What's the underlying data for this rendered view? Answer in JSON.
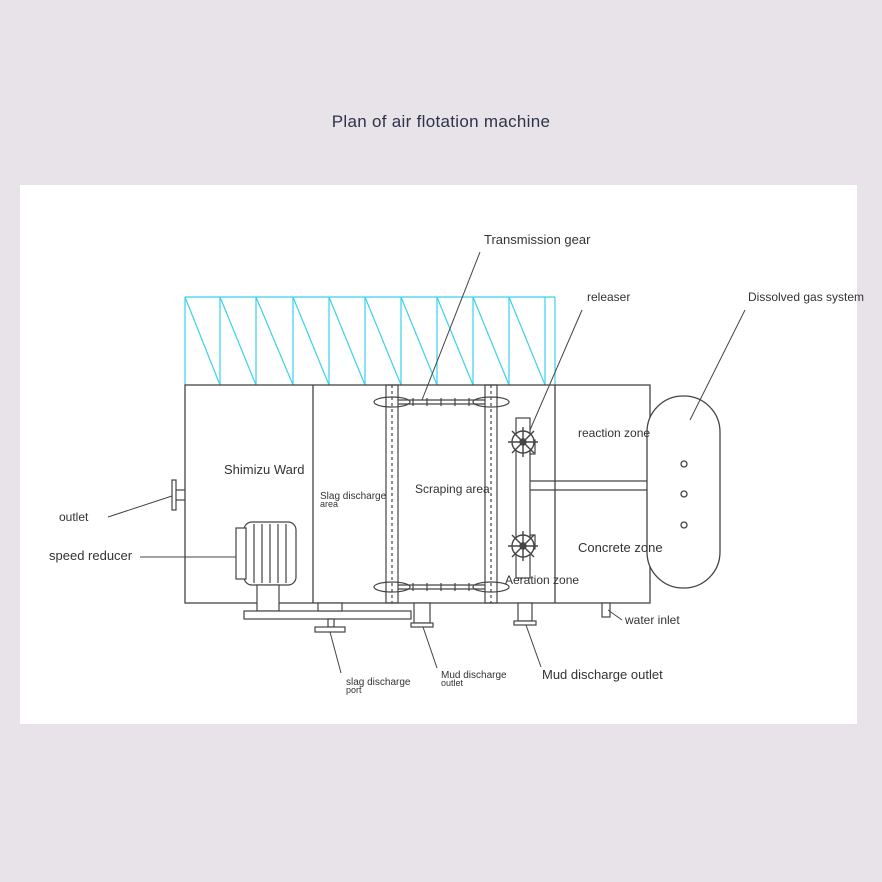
{
  "title": "Plan of air flotation machine",
  "colors": {
    "background": "#e7e3e8",
    "panel": "#ffffff",
    "line": "#444444",
    "water_lines": "#3ad2e8"
  },
  "labels": {
    "transmission_gear": "Transmission gear",
    "releaser": "releaser",
    "dissolved_gas_system": "Dissolved gas system",
    "reaction_zone": "reaction zone",
    "shimizu_ward": "Shimizu Ward",
    "slag_discharge_area_1": "Slag discharge",
    "slag_discharge_area_2": "area",
    "scraping_area": "Scraping area",
    "outlet": "outlet",
    "speed_reducer": "speed reducer",
    "concrete_zone": "Concrete zone",
    "aeration_zone": "Aeration zone",
    "water_inlet": "water inlet",
    "slag_discharge_port_1": "slag discharge",
    "slag_discharge_port_2": "port",
    "mud_discharge_outlet_small_1": "Mud discharge",
    "mud_discharge_outlet_small_2": "outlet",
    "mud_discharge_outlet": "Mud discharge outlet"
  }
}
